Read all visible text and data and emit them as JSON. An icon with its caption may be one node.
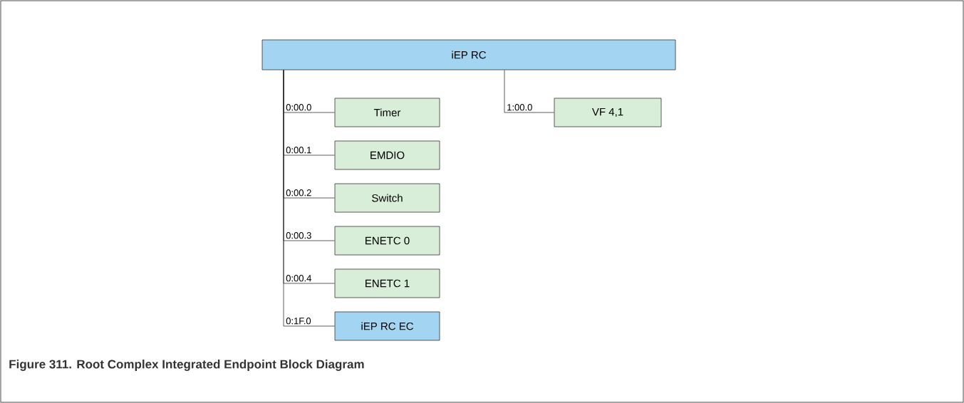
{
  "diagram": {
    "caption": "Figure 311. Root Complex Integrated Endpoint Block Diagram",
    "nodes": [
      {
        "text": [
          "iEP RC"
        ]
      },
      {
        "text": [
          "Timer"
        ]
      },
      {
        "text": [
          "EMDIO"
        ]
      },
      {
        "text": [
          "Switch"
        ]
      },
      {
        "text": [
          "ENETC 0"
        ]
      },
      {
        "text": [
          "ENETC 1"
        ]
      },
      {
        "text": [
          "iEP RC EC"
        ]
      },
      {
        "text": [
          "VF 4,1"
        ]
      }
    ],
    "edges": [
      {
        "from": 0,
        "to": 1,
        "arrow": "none",
        "label": "0:00.0"
      },
      {
        "from": 0,
        "to": 2,
        "arrow": "none",
        "label": "0:00.1"
      },
      {
        "from": 0,
        "to": 3,
        "arrow": "none",
        "label": "0:00.2"
      },
      {
        "from": 0,
        "to": 4,
        "arrow": "none",
        "label": "0:00.3"
      },
      {
        "from": 0,
        "to": 5,
        "arrow": "none",
        "label": "0:00.4"
      },
      {
        "from": 0,
        "to": 6,
        "arrow": "none",
        "label": "0:1F.0"
      },
      {
        "from": 0,
        "to": 7,
        "arrow": "none",
        "label": "1:00.0"
      }
    ]
  }
}
